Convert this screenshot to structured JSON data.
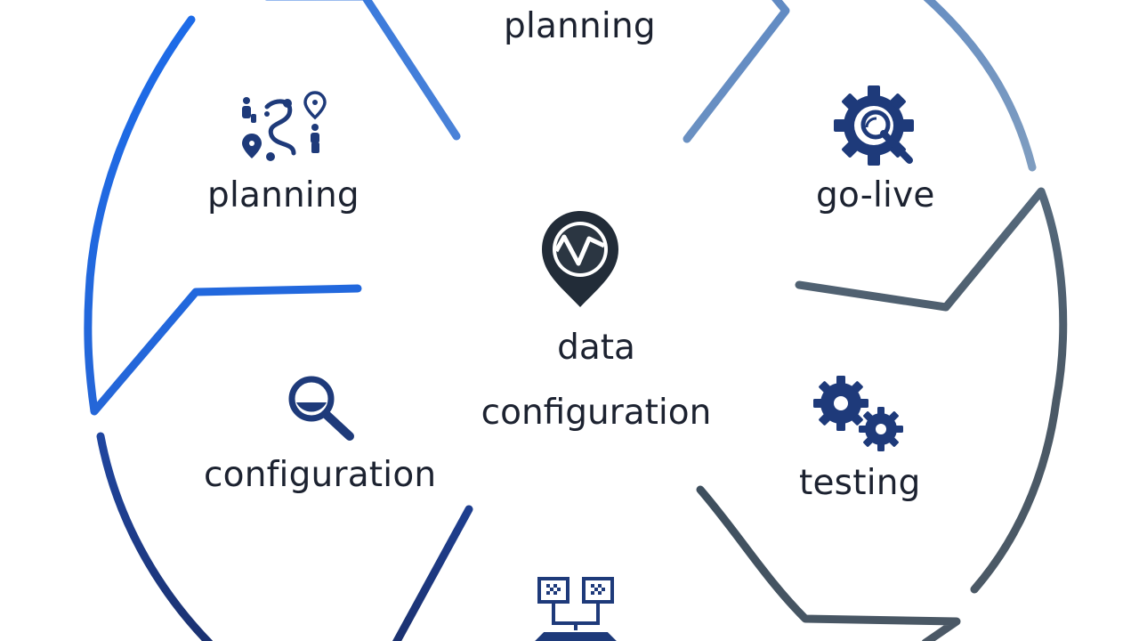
{
  "diagram": {
    "center": {
      "line1": "data",
      "line2": "configuration"
    },
    "stages": {
      "top": "planning",
      "upper_left": "planning",
      "upper_right": "go-live",
      "lower_left": "configuration",
      "lower_right": "testing"
    },
    "colors": {
      "bright_blue": "#1f6fe6",
      "steel_blue": "#6f94bf",
      "slate": "#4d5b69",
      "navy": "#1f3a80",
      "icon_navy": "#1e3a7a",
      "text": "#1c2230"
    },
    "icons": {
      "center": "location-pin-chart-icon",
      "upper_left": "route-map-icon",
      "upper_right": "gear-search-icon",
      "lower_left": "magnifier-icon",
      "lower_right": "gears-icon",
      "bottom": "network-computers-icon"
    }
  }
}
